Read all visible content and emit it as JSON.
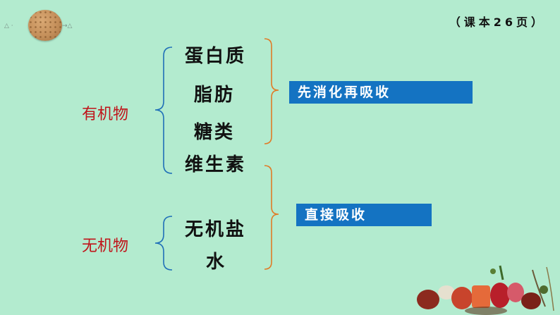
{
  "page_ref": "（课本26页）",
  "organic": {
    "label": "有机物",
    "items": [
      "蛋白质",
      "脂肪",
      "糖类",
      "维生素"
    ]
  },
  "inorganic": {
    "label": "无机物",
    "items": [
      "无机盐",
      "水"
    ]
  },
  "tags": {
    "digest_first": "先消化再吸收",
    "direct_absorb": "直接吸收"
  },
  "colors": {
    "background": "#b3ebcf",
    "bracket_blue": "#1f6fb8",
    "bracket_orange": "#e07b27",
    "category_red": "#c0141a",
    "tag_blue": "#1473c2"
  },
  "icons": [
    "cookie-icon",
    "food-decoration-icon"
  ]
}
